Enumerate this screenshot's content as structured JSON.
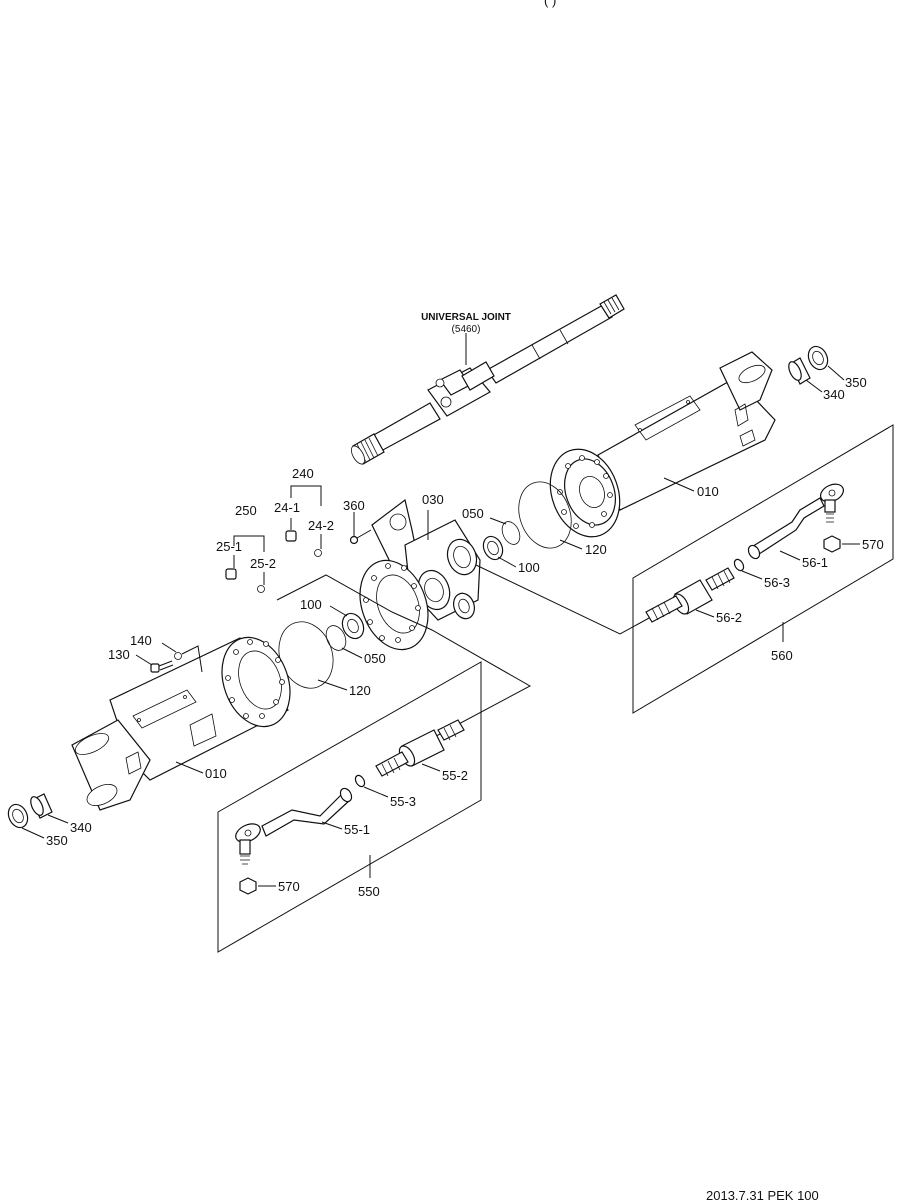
{
  "header": {
    "cropped_top_text": "(    )",
    "cropped_bottom_text": "2013.7.31  PEK 100"
  },
  "universal_joint": {
    "title": "UNIVERSAL JOINT",
    "ref": "(5460)"
  },
  "labels": {
    "l350_right": "350",
    "l340_right": "340",
    "l010_right": "010",
    "l030": "030",
    "l360": "360",
    "l240": "240",
    "l24_1": "24-1",
    "l24_2": "24-2",
    "l250": "250",
    "l25_1": "25-1",
    "l25_2": "25-2",
    "l050_upper": "050",
    "l120_upper": "120",
    "l100_upper": "100",
    "l100_lower": "100",
    "l050_lower": "050",
    "l120_lower": "120",
    "l140": "140",
    "l130": "130",
    "l010_left": "010",
    "l340_left": "340",
    "l350_left": "350",
    "l570_right": "570",
    "l56_1": "56-1",
    "l56_3": "56-3",
    "l56_2": "56-2",
    "l560": "560",
    "l55_1": "55-1",
    "l55_3": "55-3",
    "l55_2": "55-2",
    "l570_left": "570",
    "l550": "550"
  }
}
